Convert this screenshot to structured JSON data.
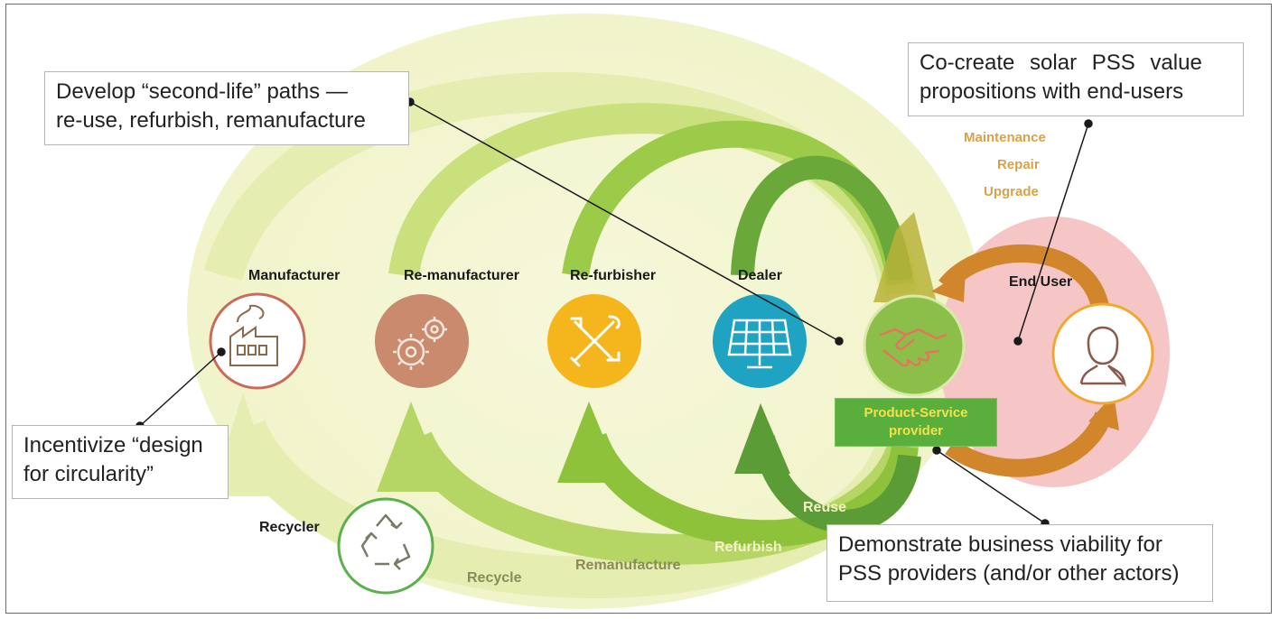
{
  "nodes": {
    "manufacturer": "Manufacturer",
    "remanufacturer": "Re-manufacturer",
    "refurbisher": "Re-furbisher",
    "dealer": "Dealer",
    "end_user": "End User",
    "recycler": "Recycler",
    "pss_provider_line1": "Product-Service",
    "pss_provider_line2": "provider"
  },
  "flows": {
    "recycle": "Recycle",
    "remanufacture": "Remanufacture",
    "refurbish": "Refurbish",
    "reuse": "Reuse"
  },
  "services": [
    "Maintenance",
    "Repair",
    "Upgrade"
  ],
  "callouts": {
    "second_life": [
      "Develop “second-life” paths —",
      "re-use, refurbish, remanufacture"
    ],
    "co_create": [
      "Co-create solar PSS value",
      "propositions with end-users"
    ],
    "design": [
      "Incentivize “design",
      "for circularity”"
    ],
    "viability": [
      "Demonstrate business viability for",
      "PSS providers (and/or other actors)"
    ]
  },
  "colors": {
    "outer_loop": "#e9efb4",
    "loop_2": "#bcdb6e",
    "loop_3": "#8fc63c",
    "loop_4": "#5aa23a",
    "end_user_zone": "#f6c6c6",
    "end_user_arrows": "#d2862c",
    "manufacturer": "#c96a5a",
    "remanufacturer": "#c98a6e",
    "refurbisher": "#f4b61c",
    "dealer": "#1ea4c2",
    "pss_provider": "#8cbf4a",
    "recycler": "#5ab04a",
    "service_text": "#d8a24a",
    "psp_text": "#f6e04a"
  },
  "icons": [
    "factory-icon",
    "gears-icon",
    "tools-icon",
    "solar-panel-icon",
    "handshake-icon",
    "user-icon",
    "recycle-icon"
  ]
}
